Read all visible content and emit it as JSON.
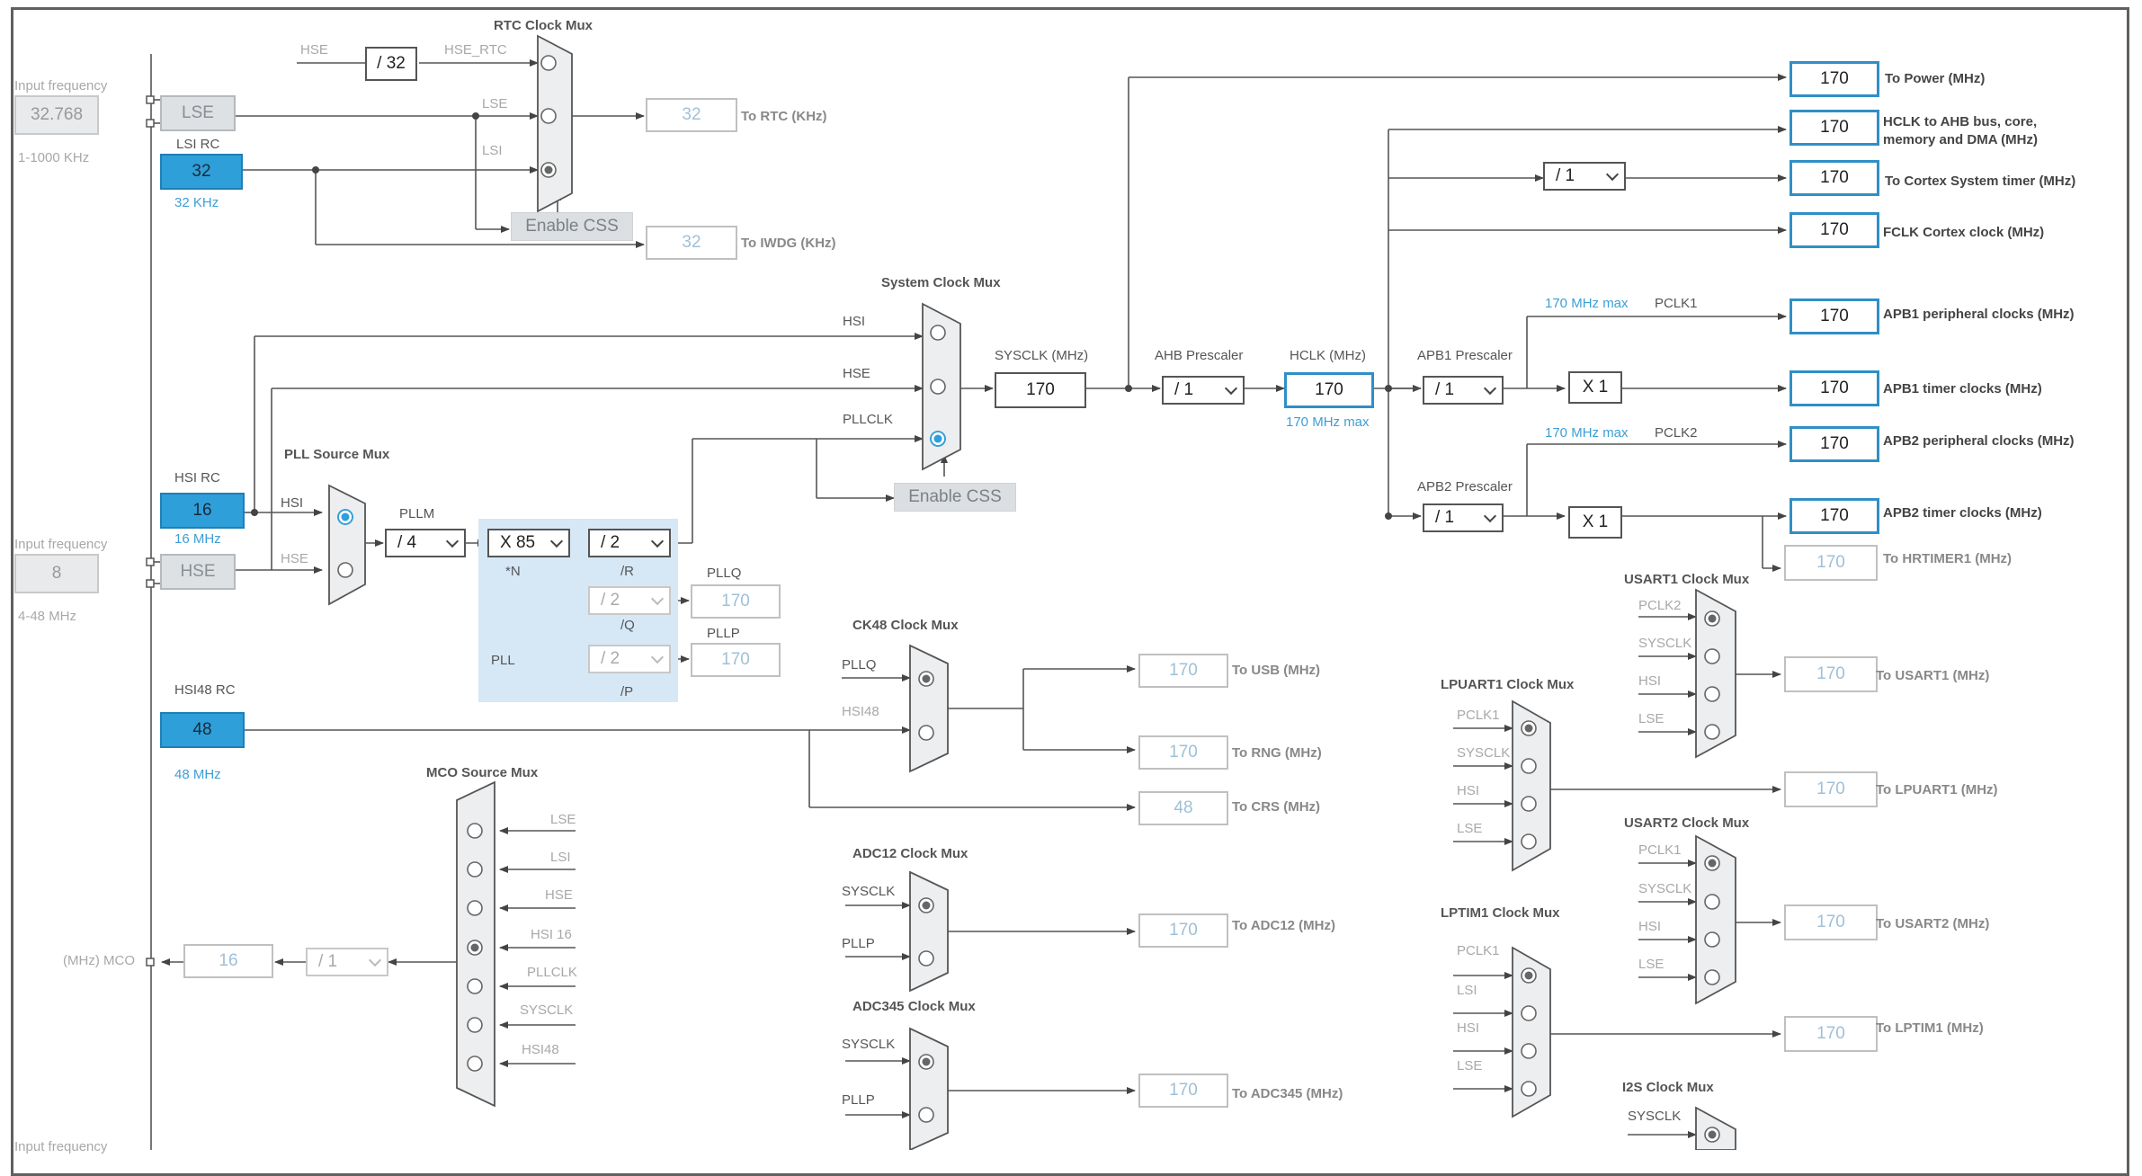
{
  "rtc_mux": {
    "title": "RTC Clock Mux",
    "hse": "HSE",
    "div": "/ 32",
    "hse_rtc": "HSE_RTC",
    "lse": "LSE",
    "lsi": "LSI"
  },
  "input_freq_top": {
    "label": "Input frequency",
    "value": "32.768",
    "range": "1-1000 KHz"
  },
  "lse": {
    "label": "LSE"
  },
  "lsi_rc": {
    "label": "LSI RC",
    "value": "32",
    "unit": "32 KHz"
  },
  "rtc_out": {
    "value": "32",
    "label": "To RTC (KHz)"
  },
  "iwdg_out": {
    "value": "32",
    "label": "To IWDG (KHz)"
  },
  "enable_css_rtc": "Enable CSS",
  "sys_mux": {
    "title": "System Clock Mux",
    "hsi": "HSI",
    "hse": "HSE",
    "pllclk": "PLLCLK"
  },
  "sysclk": {
    "label": "SYSCLK (MHz)",
    "value": "170"
  },
  "ahb": {
    "label": "AHB Prescaler",
    "value": "/ 1"
  },
  "hclk": {
    "label": "HCLK (MHz)",
    "value": "170",
    "max": "170 MHz max"
  },
  "enable_css_sys": "Enable CSS",
  "pll_src": {
    "title": "PLL Source Mux",
    "hsi": "HSI",
    "hse": "HSE"
  },
  "hsi_rc": {
    "label": "HSI RC",
    "value": "16",
    "unit": "16 MHz"
  },
  "input_freq_mid": {
    "label": "Input frequency",
    "value": "8",
    "range": "4-48 MHz"
  },
  "hse": {
    "label": "HSE"
  },
  "pll": {
    "pllm_label": "PLLM",
    "pllm": "/ 4",
    "n": "X 85",
    "n_label": "*N",
    "r": "/ 2",
    "r_label": "/R",
    "q": "/ 2",
    "q_label": "/Q",
    "p": "/ 2",
    "p_label": "/P",
    "pll_label": "PLL",
    "pllq_label": "PLLQ",
    "pllq": "170",
    "pllp_label": "PLLP",
    "pllp": "170"
  },
  "hsi48": {
    "label": "HSI48 RC",
    "value": "48",
    "unit": "48 MHz"
  },
  "ck48": {
    "title": "CK48 Clock Mux",
    "pllq": "PLLQ",
    "hsi48": "HSI48"
  },
  "usb": {
    "value": "170",
    "label": "To USB (MHz)"
  },
  "rng": {
    "value": "170",
    "label": "To RNG (MHz)"
  },
  "crs": {
    "value": "48",
    "label": "To CRS (MHz)"
  },
  "mco": {
    "title": "MCO Source Mux",
    "inputs": [
      "LSE",
      "LSI",
      "HSE",
      "HSI 16",
      "PLLCLK",
      "SYSCLK",
      "HSI48"
    ],
    "div": "/ 1",
    "value": "16",
    "label": "(MHz) MCO"
  },
  "adc12": {
    "title": "ADC12 Clock Mux",
    "sysclk": "SYSCLK",
    "pllp": "PLLP",
    "value": "170",
    "label": "To ADC12 (MHz)"
  },
  "adc345": {
    "title": "ADC345 Clock Mux",
    "sysclk": "SYSCLK",
    "pllp": "PLLP",
    "value": "170",
    "label": "To ADC345 (MHz)"
  },
  "outputs": {
    "power": {
      "value": "170",
      "label": "To Power (MHz)"
    },
    "hclk_ahb": {
      "value": "170",
      "label1": "HCLK to AHB bus, core,",
      "label2": "memory and DMA (MHz)"
    },
    "cortex_div": "/ 1",
    "cortex": {
      "value": "170",
      "label": "To Cortex System timer (MHz)"
    },
    "fclk": {
      "value": "170",
      "label": "FCLK Cortex clock (MHz)"
    },
    "apb1_max": "170 MHz max",
    "pclk1": "PCLK1",
    "apb1p": {
      "value": "170",
      "label": "APB1 peripheral clocks (MHz)"
    },
    "apb1_pre": {
      "label": "APB1 Prescaler",
      "value": "/ 1"
    },
    "apb1_x": "X 1",
    "apb1t": {
      "value": "170",
      "label": "APB1 timer clocks (MHz)"
    },
    "apb2_max": "170 MHz max",
    "pclk2": "PCLK2",
    "apb2p": {
      "value": "170",
      "label": "APB2 peripheral clocks (MHz)"
    },
    "apb2_pre": {
      "label": "APB2 Prescaler",
      "value": "/ 1"
    },
    "apb2_x": "X 1",
    "apb2t": {
      "value": "170",
      "label": "APB2 timer clocks (MHz)"
    },
    "hrtimer": {
      "value": "170",
      "label": "To HRTIMER1 (MHz)"
    }
  },
  "usart1": {
    "title": "USART1 Clock Mux",
    "inputs": [
      "PCLK2",
      "SYSCLK",
      "HSI",
      "LSE"
    ],
    "value": "170",
    "label": "To USART1 (MHz)"
  },
  "lpuart1": {
    "title": "LPUART1 Clock Mux",
    "inputs": [
      "PCLK1",
      "SYSCLK",
      "HSI",
      "LSE"
    ],
    "value": "170",
    "label": "To LPUART1 (MHz)"
  },
  "usart2": {
    "title": "USART2 Clock Mux",
    "inputs": [
      "PCLK1",
      "SYSCLK",
      "HSI",
      "LSE"
    ],
    "value": "170",
    "label": "To USART2 (MHz)"
  },
  "lptim1": {
    "title": "LPTIM1 Clock Mux",
    "inputs": [
      "PCLK1",
      "LSI",
      "HSI",
      "LSE"
    ],
    "value": "170",
    "label": "To LPTIM1 (MHz)"
  },
  "i2s": {
    "title": "I2S Clock Mux",
    "sysclk": "SYSCLK"
  },
  "input_freq_bot": {
    "label": "Input frequency"
  }
}
